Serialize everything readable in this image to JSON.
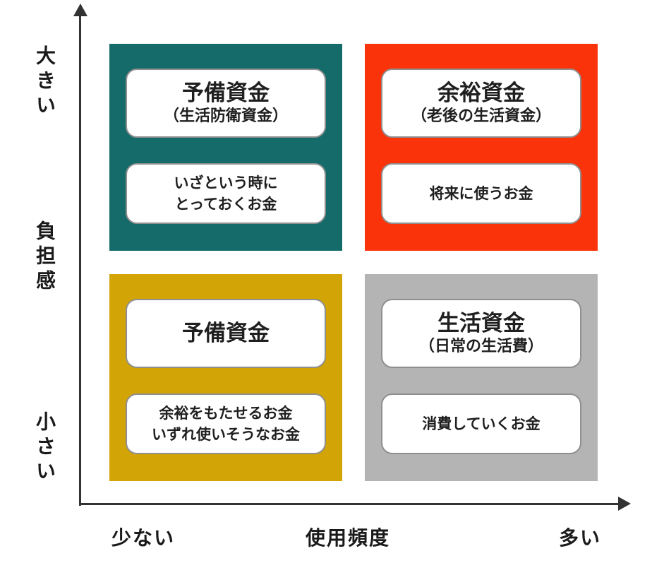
{
  "chart_data": {
    "type": "quadrant-matrix",
    "y_axis": {
      "label": "負担感",
      "top_label": "大きい",
      "bottom_label": "小さい"
    },
    "x_axis": {
      "label": "使用頻度",
      "left_label": "少ない",
      "right_label": "多い"
    },
    "quadrants": [
      {
        "position": "top-left",
        "color": "#146B69",
        "title": "予備資金",
        "subtitle": "（生活防衛資金）",
        "description": "いざという時に\nとっておくお金"
      },
      {
        "position": "top-right",
        "color": "#FB330B",
        "title": "余裕資金",
        "subtitle": "（老後の生活資金）",
        "description": "将来に使うお金"
      },
      {
        "position": "bottom-left",
        "color": "#D2A406",
        "title": "予備資金",
        "subtitle": "",
        "description": "余裕をもたせるお金\nいずれ使いそうなお金"
      },
      {
        "position": "bottom-right",
        "color": "#B4B4B4",
        "title": "生活資金",
        "subtitle": "（日常の生活費）",
        "description": "消費していくお金"
      }
    ]
  }
}
